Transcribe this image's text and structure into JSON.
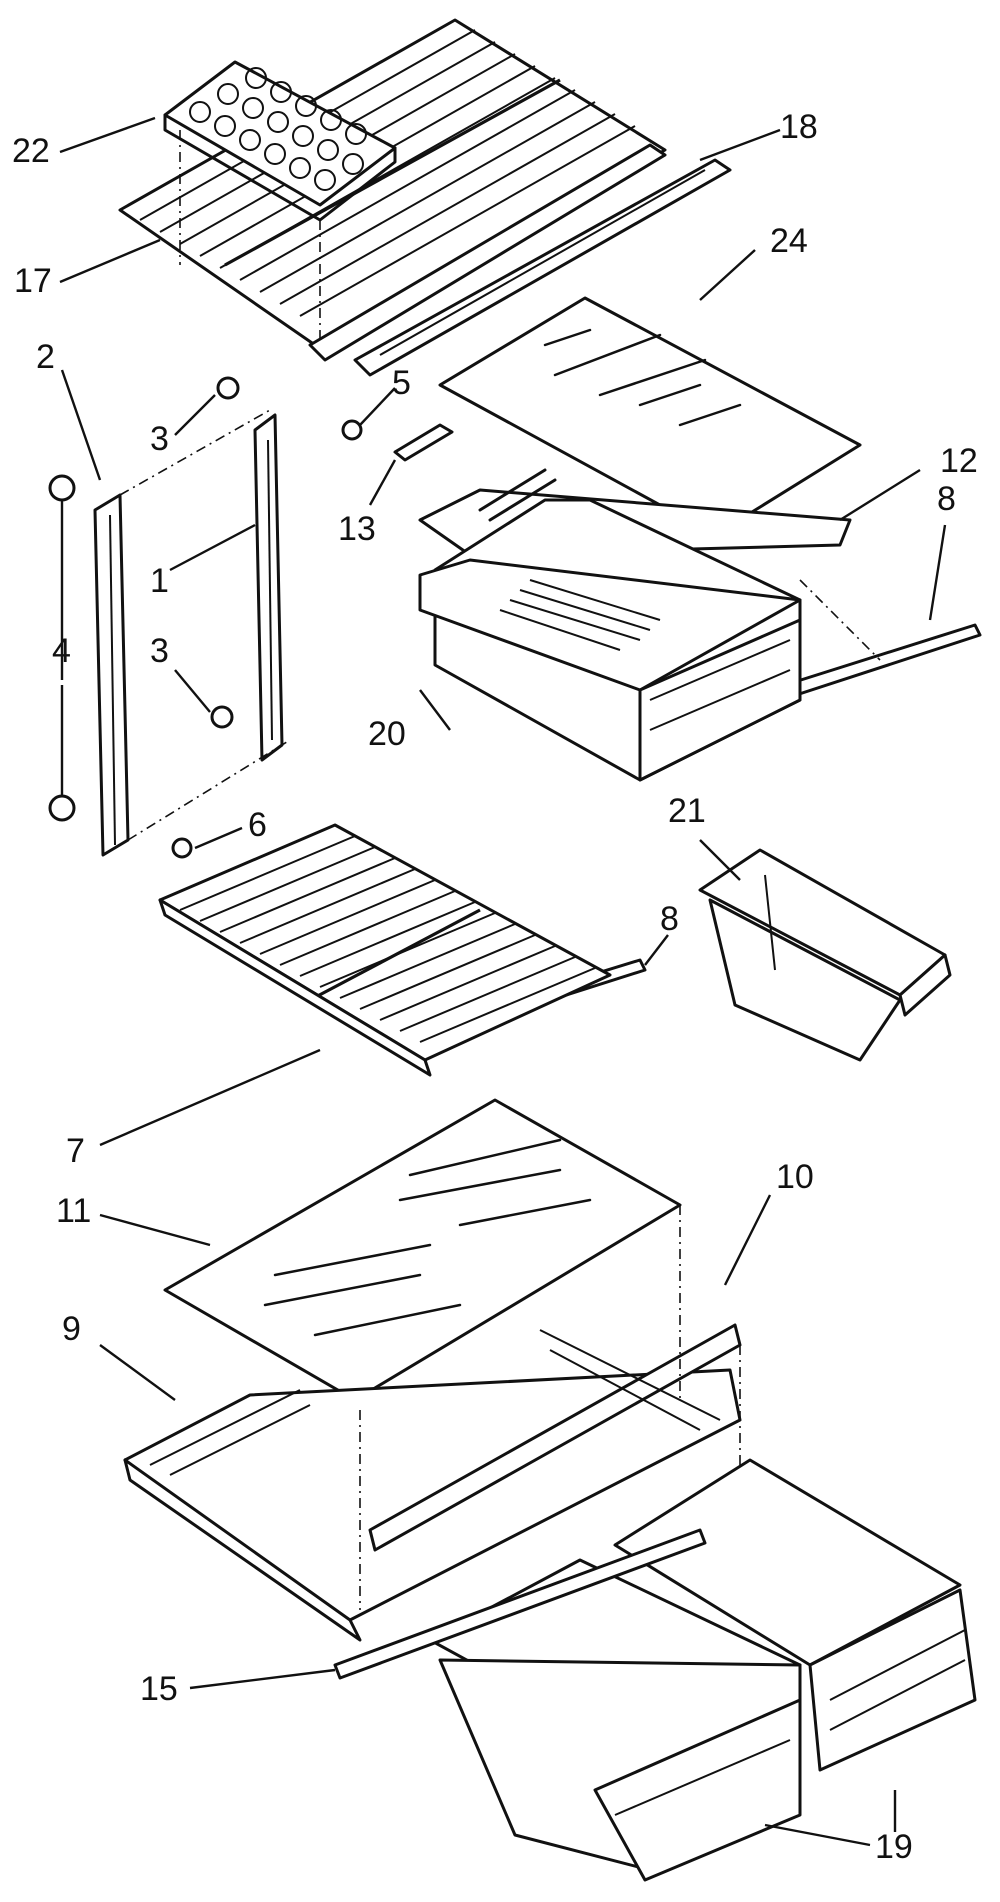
{
  "callouts": [
    {
      "id": "22",
      "text": "22"
    },
    {
      "id": "18",
      "text": "18"
    },
    {
      "id": "17",
      "text": "17"
    },
    {
      "id": "24",
      "text": "24"
    },
    {
      "id": "2",
      "text": "2"
    },
    {
      "id": "5",
      "text": "5"
    },
    {
      "id": "3a",
      "text": "3"
    },
    {
      "id": "13",
      "text": "13"
    },
    {
      "id": "12",
      "text": "12"
    },
    {
      "id": "8a",
      "text": "8"
    },
    {
      "id": "1",
      "text": "1"
    },
    {
      "id": "4",
      "text": "4"
    },
    {
      "id": "3b",
      "text": "3"
    },
    {
      "id": "20",
      "text": "20"
    },
    {
      "id": "21",
      "text": "21"
    },
    {
      "id": "6",
      "text": "6"
    },
    {
      "id": "8b",
      "text": "8"
    },
    {
      "id": "7",
      "text": "7"
    },
    {
      "id": "10",
      "text": "10"
    },
    {
      "id": "11",
      "text": "11"
    },
    {
      "id": "9",
      "text": "9"
    },
    {
      "id": "15",
      "text": "15"
    },
    {
      "id": "19",
      "text": "19"
    }
  ]
}
